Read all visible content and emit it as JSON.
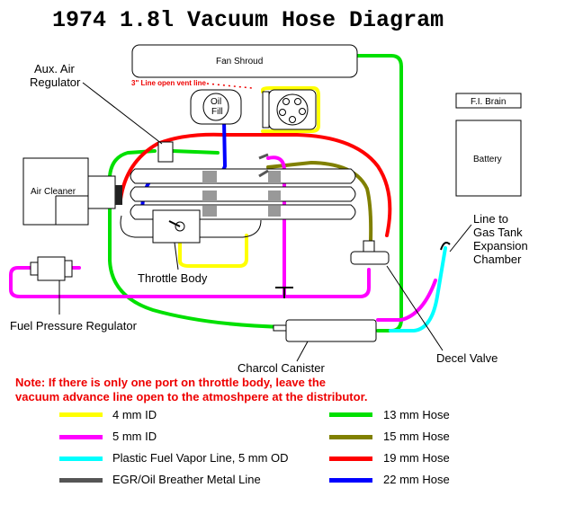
{
  "title": "1974 1.8l Vacuum Hose Diagram",
  "components": {
    "fan_shroud": "Fan Shroud",
    "oil_fill": "Oil Fill",
    "fi_brain": "F.I. Brain",
    "battery": "Battery",
    "air_cleaner": "Air Cleaner",
    "aux_air_regulator": "Aux. Air Regulator",
    "throttle_body": "Throttle Body",
    "fuel_pressure_regulator": "Fuel Pressure Regulator",
    "charcoal_canister": "Charcol Canister",
    "decel_valve": "Decel Valve",
    "line_to_gas_tank": [
      "Line to",
      "Gas Tank",
      "Expansion",
      "Chamber"
    ],
    "vent_line_note": "3\" Line open vent line"
  },
  "note": [
    "Note: If there is only one port on throttle body, leave the",
    "vacuum advance line open to the atmoshpere at the distributor."
  ],
  "legend": [
    {
      "color": "#ffff00",
      "label": "4 mm ID"
    },
    {
      "color": "#ff00ff",
      "label": "5 mm ID"
    },
    {
      "color": "#00ffff",
      "label": "Plastic Fuel Vapor Line, 5 mm OD"
    },
    {
      "color": "#555555",
      "label": "EGR/Oil Breather Metal Line"
    },
    {
      "color": "#00e000",
      "label": "13 mm Hose"
    },
    {
      "color": "#808000",
      "label": "15 mm Hose"
    },
    {
      "color": "#ff0000",
      "label": "19 mm Hose"
    },
    {
      "color": "#0000ff",
      "label": "22 mm Hose"
    }
  ],
  "colors": {
    "yellow": "#ffff00",
    "magenta": "#ff00ff",
    "cyan": "#00ffff",
    "grey": "#555555",
    "green": "#00e000",
    "olive": "#808000",
    "red": "#ff0000",
    "blue": "#0000ff",
    "note_red": "#ee0000"
  }
}
